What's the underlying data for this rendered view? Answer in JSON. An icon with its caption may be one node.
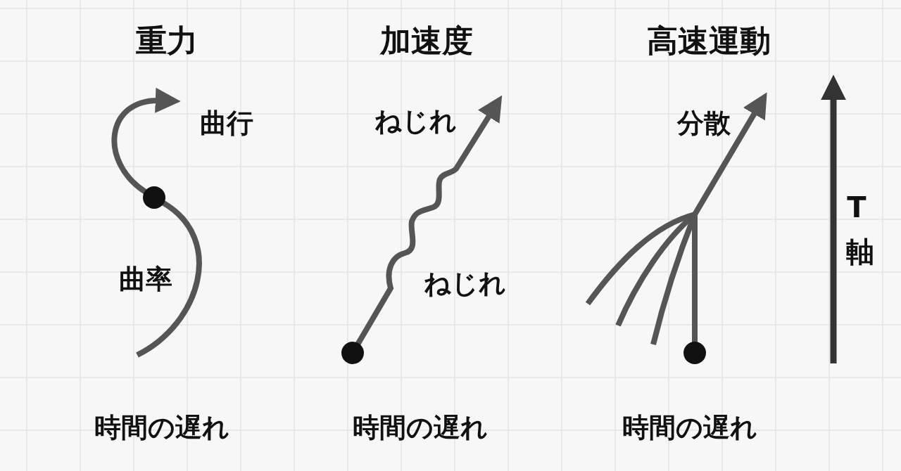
{
  "diagram": {
    "nodes": [
      {
        "text": [],
        "shape": "circle"
      },
      {
        "text": [],
        "shape": "circle"
      },
      {
        "text": [],
        "shape": "circle"
      }
    ],
    "edges": [
      {
        "from": null,
        "to": 0,
        "arrow": "none"
      },
      {
        "from": 0,
        "to": null,
        "arrow": "to"
      },
      {
        "from": 1,
        "to": null,
        "arrow": "to"
      },
      {
        "from": 2,
        "to": null,
        "arrow": "to"
      }
    ],
    "labels": [
      "重力",
      "加速度",
      "高速運動",
      "曲行",
      "ねじれ",
      "分散",
      "T",
      "軸",
      "曲率",
      "ねじれ",
      "時間の遅れ",
      "時間の遅れ",
      "時間の遅れ"
    ]
  }
}
